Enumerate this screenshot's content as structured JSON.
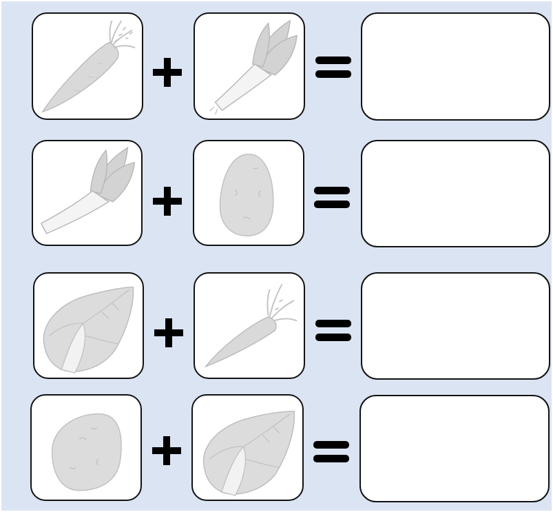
{
  "colors": {
    "background": "#dbe4f3",
    "card_fill": "#ffffff",
    "card_border": "#111111",
    "symbol": "#000000",
    "vegetable_fill": "#dcdcdc",
    "vegetable_line": "#bdbdbd"
  },
  "worksheet": {
    "rows": [
      {
        "left": "carrot",
        "operator": "plus",
        "right": "leek",
        "equals": "equals",
        "answer": ""
      },
      {
        "left": "leek",
        "operator": "plus",
        "right": "potato",
        "equals": "equals",
        "answer": ""
      },
      {
        "left": "cabbage",
        "operator": "plus",
        "right": "carrot",
        "equals": "equals",
        "answer": ""
      },
      {
        "left": "potato",
        "operator": "plus",
        "right": "cabbage",
        "equals": "equals",
        "answer": ""
      }
    ]
  }
}
